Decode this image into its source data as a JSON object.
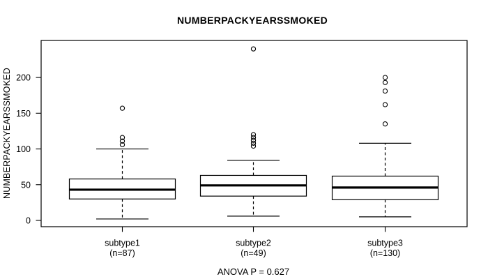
{
  "figure": {
    "background_color": "#ffffff",
    "foreground_color": "#000000"
  },
  "chart_data": {
    "type": "boxplot",
    "title": "NUMBERPACKYEARSSMOKED",
    "xlabel": "",
    "ylabel": "NUMBERPACKYEARSSMOKED",
    "annotation": "ANOVA P = 0.627",
    "y_ticks": [
      0,
      50,
      100,
      150,
      200
    ],
    "ylim": [
      -9,
      252
    ],
    "grid": false,
    "legend": "none",
    "groups": [
      {
        "label": "subtype1",
        "sublabel": "(n=87)",
        "n": 87,
        "whisker_low": 2,
        "q1": 30,
        "median": 43,
        "q3": 58,
        "whisker_high": 100,
        "outliers": [
          106,
          111,
          116,
          157
        ]
      },
      {
        "label": "subtype2",
        "sublabel": "(n=49)",
        "n": 49,
        "whisker_low": 6,
        "q1": 34,
        "median": 49,
        "q3": 63,
        "whisker_high": 84,
        "outliers": [
          104,
          108,
          112,
          116,
          120,
          240
        ]
      },
      {
        "label": "subtype3",
        "sublabel": "(n=130)",
        "n": 130,
        "whisker_low": 5,
        "q1": 29,
        "median": 46,
        "q3": 62,
        "whisker_high": 108,
        "outliers": [
          135,
          162,
          181,
          193,
          200
        ]
      }
    ]
  }
}
